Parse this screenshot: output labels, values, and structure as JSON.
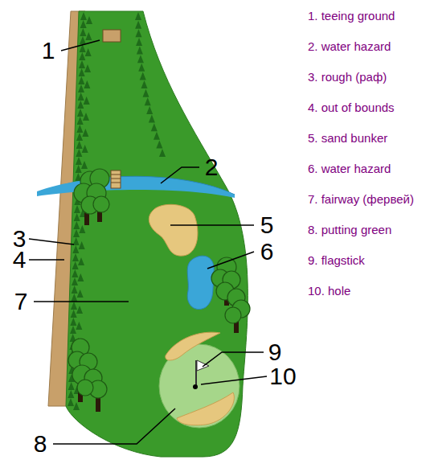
{
  "diagram": {
    "labels": [
      "1",
      "2",
      "3",
      "4",
      "5",
      "6",
      "7",
      "8",
      "9",
      "10",
      "1. teeing ground",
      "2. water hazard",
      "3. rough (раф)",
      "4. out of bounds",
      "5. sand bunker",
      "6. water hazard",
      "7. fairway (фервей)",
      "8. putting green",
      "9. flagstick",
      "10. hole"
    ]
  }
}
